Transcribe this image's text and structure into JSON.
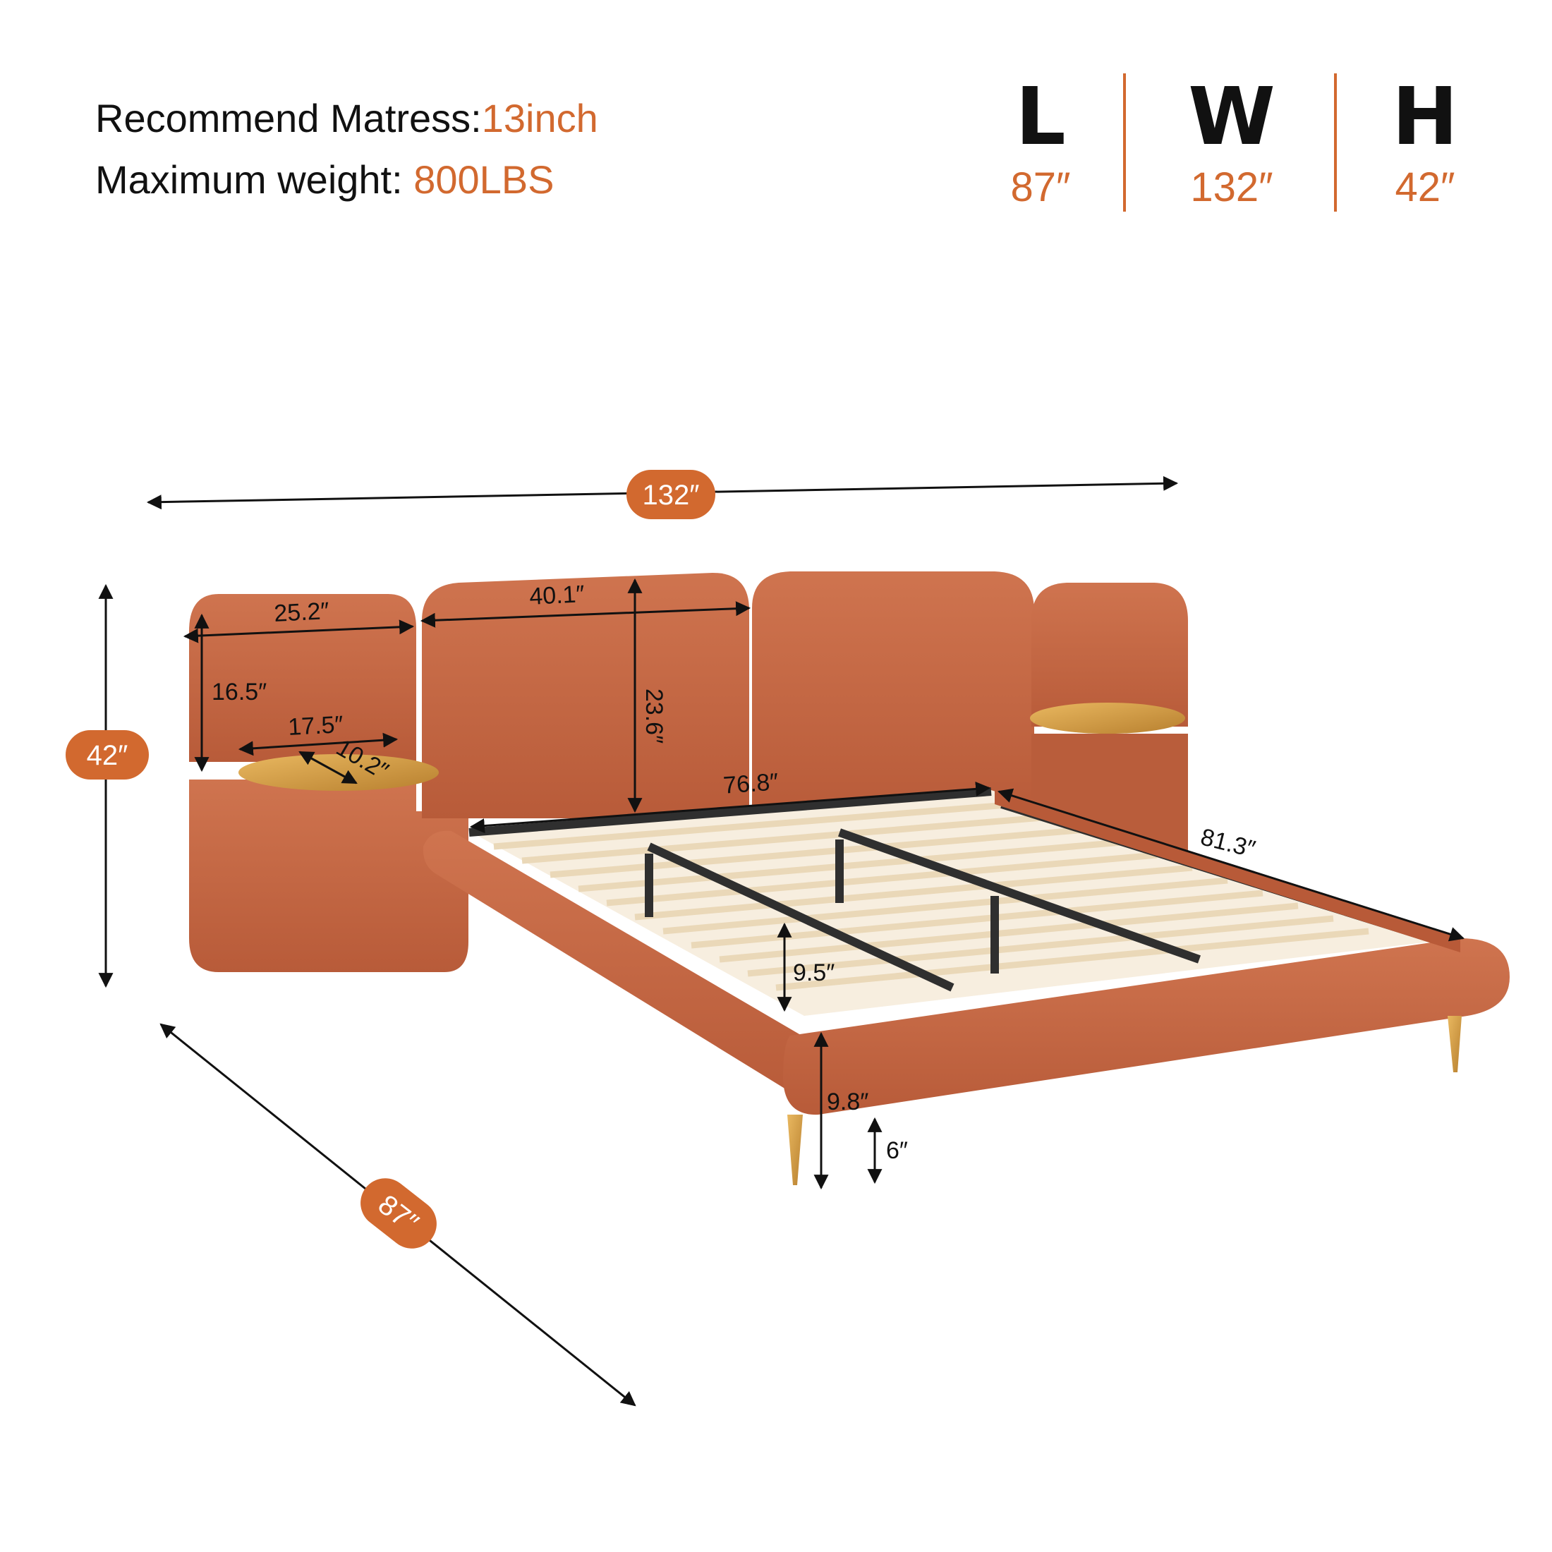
{
  "specs": {
    "mattress_label": "Recommend Matress:",
    "mattress_value": "13inch",
    "weight_label": "Maximum weight: ",
    "weight_value": "800LBS"
  },
  "overall": [
    {
      "letter": "L",
      "value": "87″"
    },
    {
      "letter": "W",
      "value": "132″"
    },
    {
      "letter": "H",
      "value": "42″"
    }
  ],
  "callouts": {
    "width": "132″",
    "height": "42″",
    "length": "87″"
  },
  "measurements": {
    "side_cushion_width": "25.2″",
    "side_cushion_height": "16.5″",
    "shelf_width": "17.5″",
    "shelf_depth": "10.2″",
    "headboard_panel_width": "40.1″",
    "headboard_panel_height": "23.6″",
    "inner_width": "76.8″",
    "inner_length": "81.3″",
    "rail_inner_height": "9.5″",
    "rail_height": "9.8″",
    "leg_height": "6″"
  },
  "colors": {
    "accent": "#D2692F",
    "fabric": "#C66745",
    "fabric_dark": "#A9502F",
    "gold": "#D9A04A",
    "slat": "#F2E4CC",
    "frame": "#3A3A3A"
  }
}
